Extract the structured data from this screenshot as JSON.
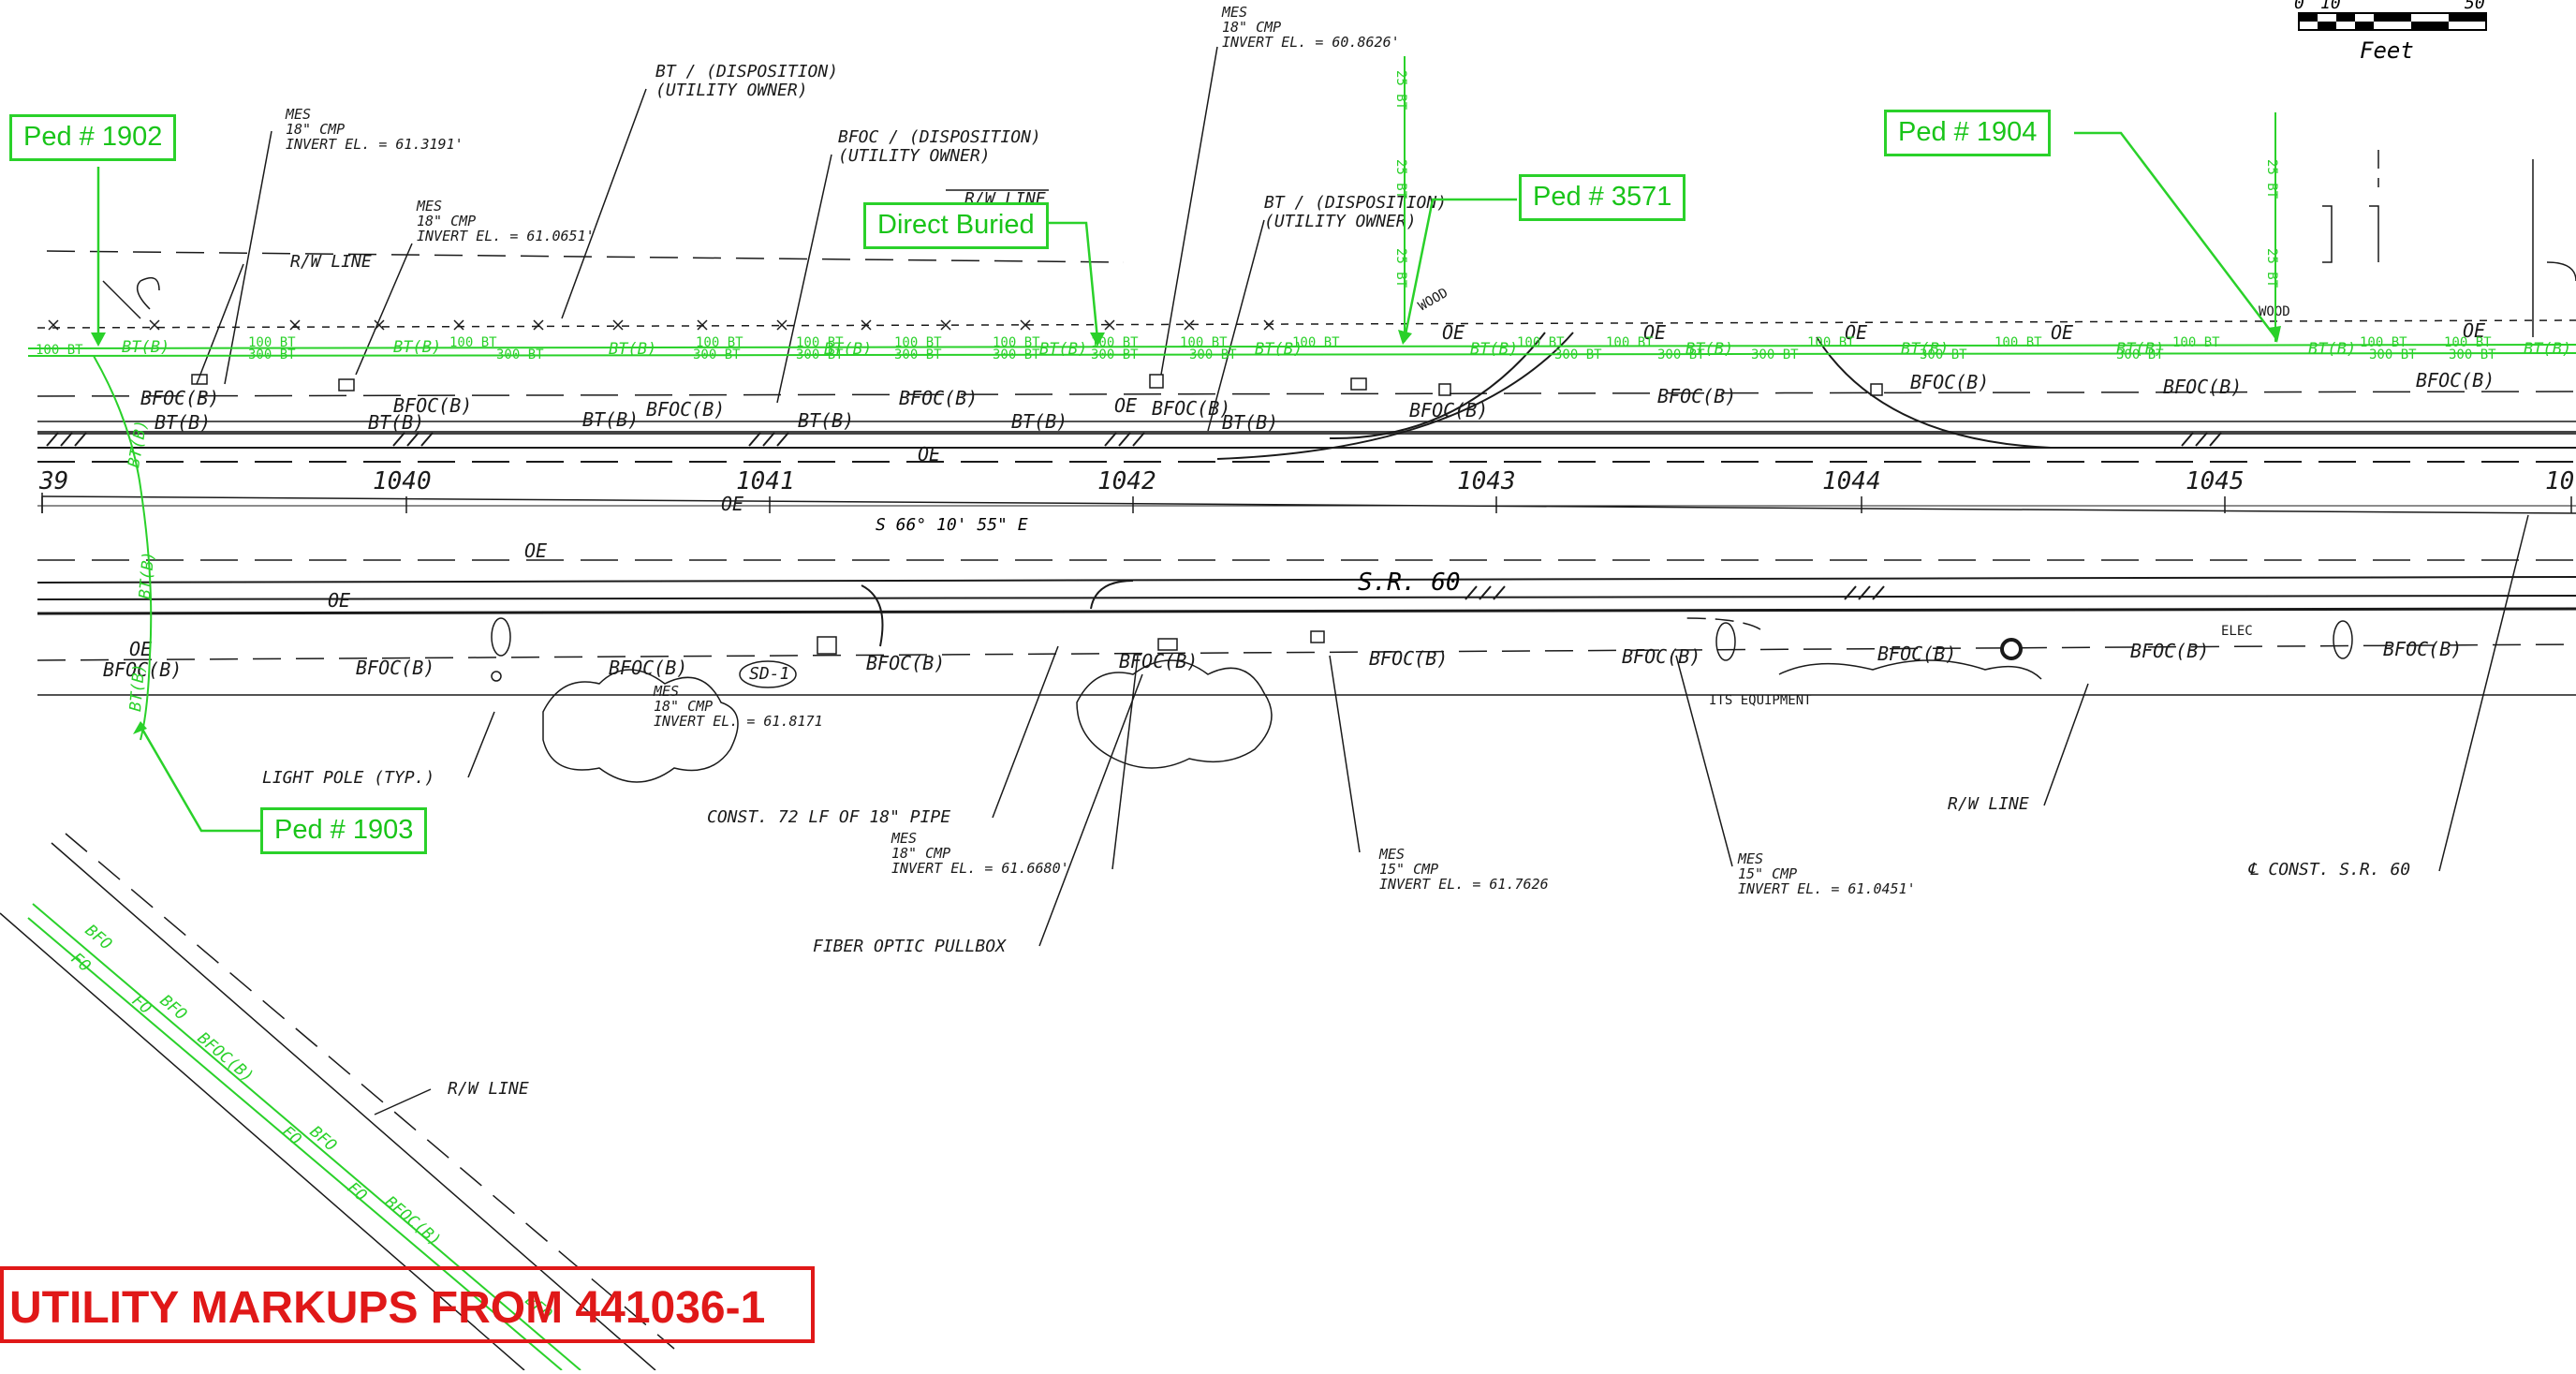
{
  "scale_bar": {
    "tick_0": "0",
    "tick_10": "10",
    "tick_50": "50",
    "unit": "Feet"
  },
  "callouts": {
    "ped_1902": "Ped # 1902",
    "ped_1903": "Ped # 1903",
    "ped_1904": "Ped # 1904",
    "ped_3571": "Ped # 3571",
    "direct_buried": "Direct Buried"
  },
  "title": "UTILITY MARKUPS FROM 441036-1",
  "road": {
    "name": "S.R. 60",
    "bearing": "S 66° 10' 55\" E",
    "centerline": "℄ CONST. S.R. 60"
  },
  "stations": [
    "39",
    "1040",
    "1041",
    "1042",
    "1043",
    "1044",
    "1045",
    "10"
  ],
  "notes": {
    "mes_1": [
      "MES",
      "18\" CMP",
      "INVERT EL. = 61.3191'"
    ],
    "mes_2": [
      "MES",
      "18\" CMP",
      "INVERT EL. = 61.0651'"
    ],
    "mes_3": [
      "MES",
      "18\" CMP",
      "INVERT EL. = 60.8626'"
    ],
    "mes_4": [
      "MES",
      "18\" CMP",
      "INVERT EL. = 61.8171"
    ],
    "mes_5": [
      "MES",
      "18\" CMP",
      "INVERT EL. = 61.6680'"
    ],
    "mes_6": [
      "MES",
      "15\" CMP",
      "INVERT EL. = 61.7626"
    ],
    "mes_7": [
      "MES",
      "15\" CMP",
      "INVERT EL. = 61.0451'"
    ],
    "bt_disp_1": [
      "BT / (DISPOSITION)",
      "(UTILITY OWNER)"
    ],
    "bfoc_disp": [
      "BFOC / (DISPOSITION)",
      "(UTILITY OWNER)"
    ],
    "bt_disp_2": [
      "BT / (DISPOSITION)",
      "(UTILITY OWNER)"
    ],
    "rw_line": "R/W LINE",
    "light_pole": "LIGHT POLE (TYP.)",
    "const_pipe": "CONST. 72 LF OF 18\" PIPE",
    "fiber_pullbox": "FIBER OPTIC PULLBOX",
    "its_equipment": "ITS EQUIPMENT",
    "elec": "ELEC",
    "wood": "WOOD",
    "sd": "SD-1"
  },
  "line_labels": {
    "bt": "BT(B)",
    "bfoc": "BFOC(B)",
    "oe": "OE",
    "bt100": "100 BT",
    "bt300": "300 BT",
    "bt25": "25 BT",
    "fo": "FO",
    "bfo": "BFO"
  },
  "colors": {
    "markup_green": "#2ad12a",
    "title_red": "#e01818",
    "linework": "#1a1a1a"
  }
}
